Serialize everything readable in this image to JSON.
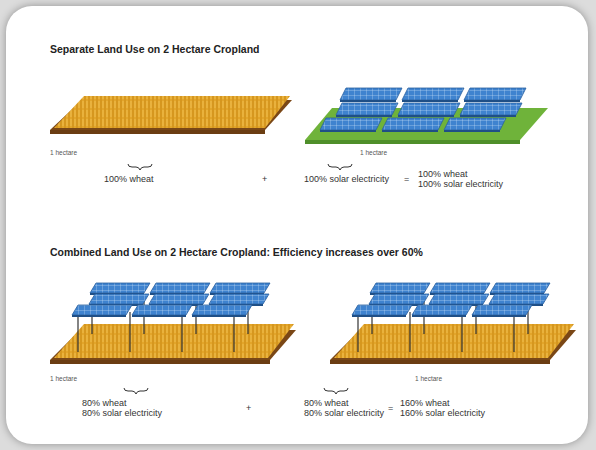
{
  "diagram": {
    "title": "Separate Land Use on 2 Hectare Cropland",
    "labels": [
      "1 hectare",
      "1 hectare",
      "100% wheat",
      "+",
      "100% solar electricity",
      "=",
      "100% wheat",
      "100% solar electricity",
      "Combined Land Use on 2 Hectare Cropland: Efficiency increases over 60%",
      "1 hectare",
      "1 hectare",
      "80% wheat",
      "80% solar electricity",
      "+",
      "80% wheat",
      "80% solar electricity",
      "=",
      "160% wheat",
      "160% solar electricity"
    ]
  }
}
